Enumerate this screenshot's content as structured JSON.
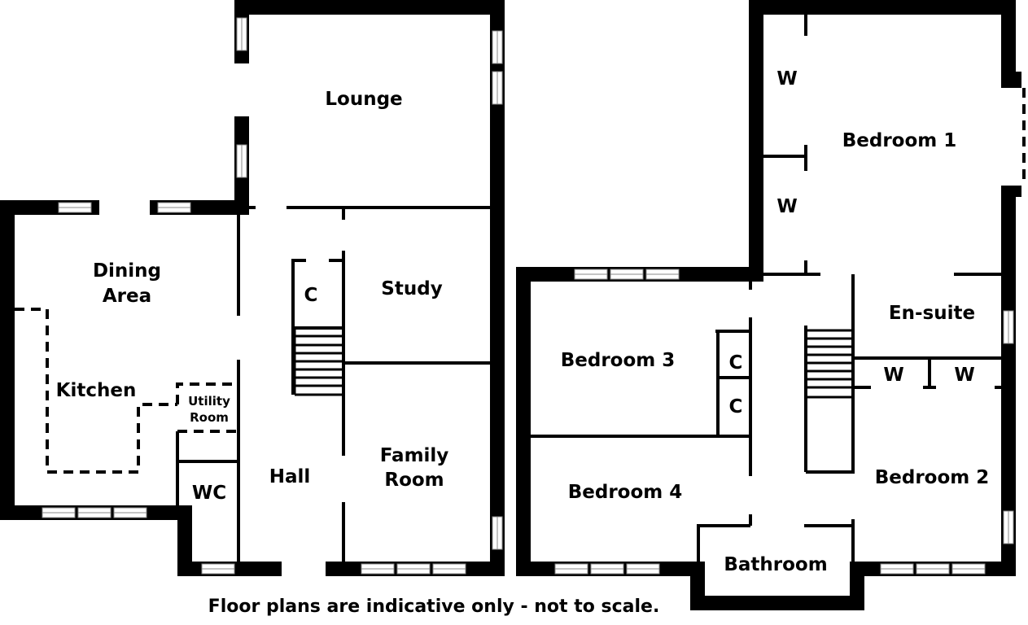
{
  "ground_floor": {
    "lounge": "Lounge",
    "dining": [
      "Dining",
      "Area"
    ],
    "kitchen": "Kitchen",
    "utility": [
      "Utility",
      "Room"
    ],
    "cupboard": "C",
    "study": "Study",
    "family": [
      "Family",
      "Room"
    ],
    "wc": "WC",
    "hall": "Hall"
  },
  "first_floor": {
    "bedroom1": "Bedroom 1",
    "wardrobe_a": "W",
    "wardrobe_b": "W",
    "ensuite": "En-suite",
    "wardrobe_c": "W",
    "wardrobe_d": "W",
    "bedroom3": "Bedroom 3",
    "cupboard_a": "C",
    "cupboard_b": "C",
    "bedroom4": "Bedroom 4",
    "bedroom2": "Bedroom 2",
    "bathroom": "Bathroom"
  },
  "note": "Floor plans are indicative only - not to scale."
}
